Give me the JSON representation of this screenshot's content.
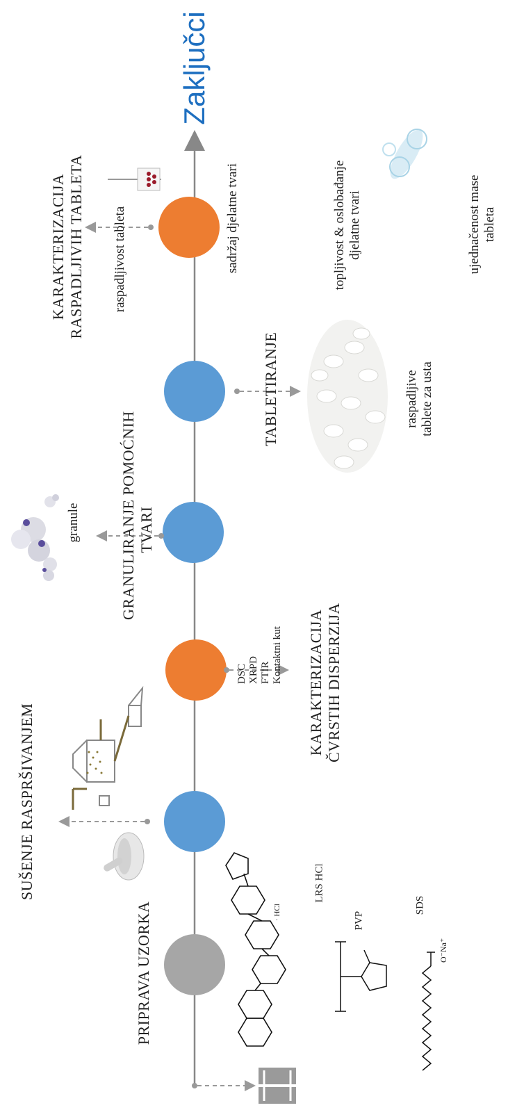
{
  "conclusion": "Zaključci",
  "colors": {
    "axis": "#888888",
    "orange": "#ED7D31",
    "blue": "#5B9BD5",
    "gray": "#A6A6A6",
    "accent": "#1e6fc0"
  },
  "stages": [
    {
      "id": "priprava",
      "label": "PRIPRAVA UZORKA",
      "color": "gray"
    },
    {
      "id": "susenje",
      "label": "SUŠENJE RASPRŠIVANJEM",
      "color": "blue"
    },
    {
      "id": "karakterizacija-cd",
      "label_lines": [
        "KARAKTERIZACIJA",
        "ČVRSTIH DISPERZIJA"
      ],
      "color": "orange"
    },
    {
      "id": "granuliranje",
      "label_lines": [
        "GRANULIRANJE POMOĆNIH",
        "TVARI"
      ],
      "color": "blue"
    },
    {
      "id": "tabletiranje",
      "label": "TABLETIRANJE",
      "color": "blue"
    },
    {
      "id": "karakterizacija-rt",
      "label_lines": [
        "KARAKTERIZACIJA",
        "RASPADLJIVIH TABLETA"
      ],
      "color": "orange"
    }
  ],
  "materials": {
    "lrs": "LRS HCl",
    "pvp": "PVP",
    "sds": "SDS",
    "hcl": "· HCl",
    "na": "O⁻Na⁺"
  },
  "methods": [
    "DSC",
    "XRPD",
    "FTIR",
    "Kontaktni kut"
  ],
  "granule_label": "granule",
  "tablets_label_lines": [
    "raspadljive",
    "tablete za usta"
  ],
  "tests": {
    "raspadljivost": "raspadljivost tableta",
    "sadrzaj": "sadržaj djelatne tvari",
    "topljivost_lines": [
      "topljivost & oslobađanje",
      "djelatne tvari"
    ],
    "masa_lines": [
      "ujednačenost mase",
      "tableta"
    ]
  }
}
